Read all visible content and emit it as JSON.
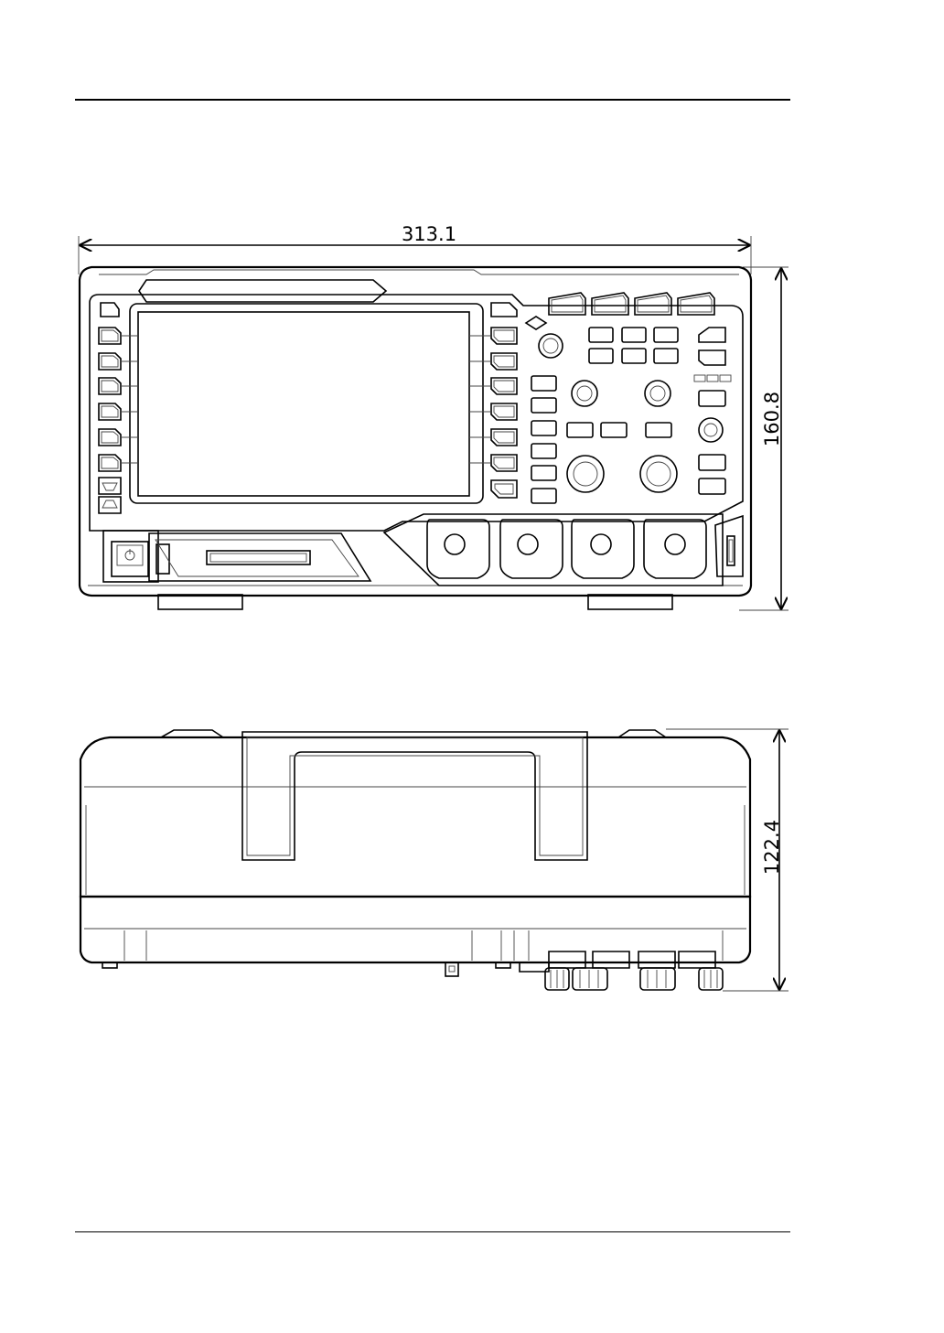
{
  "figure": {
    "front_view": {
      "width_dimension": "313.1",
      "height_dimension": "160.8"
    },
    "side_view": {
      "depth_dimension": "122.4"
    }
  }
}
